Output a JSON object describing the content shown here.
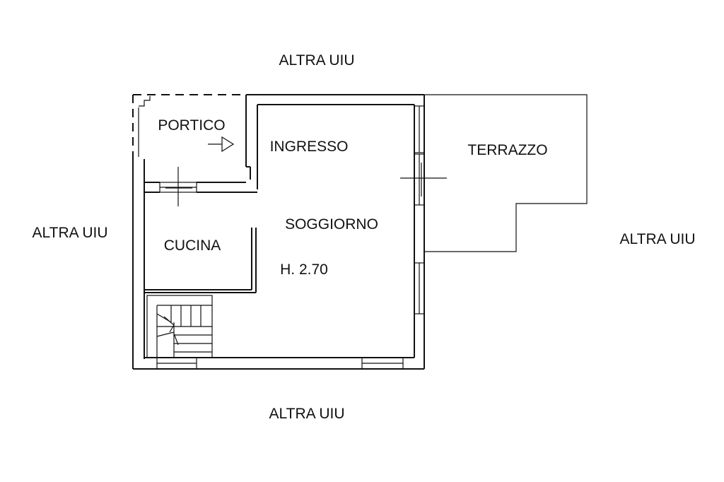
{
  "neighbors": {
    "top": "ALTRA UIU",
    "left": "ALTRA UIU",
    "right": "ALTRA UIU",
    "bottom": "ALTRA UIU"
  },
  "rooms": {
    "portico": "PORTICO",
    "ingresso": "INGRESSO",
    "terrazzo": "TERRAZZO",
    "soggiorno": "SOGGIORNO",
    "cucina": "CUCINA",
    "height": "H. 2.70"
  }
}
